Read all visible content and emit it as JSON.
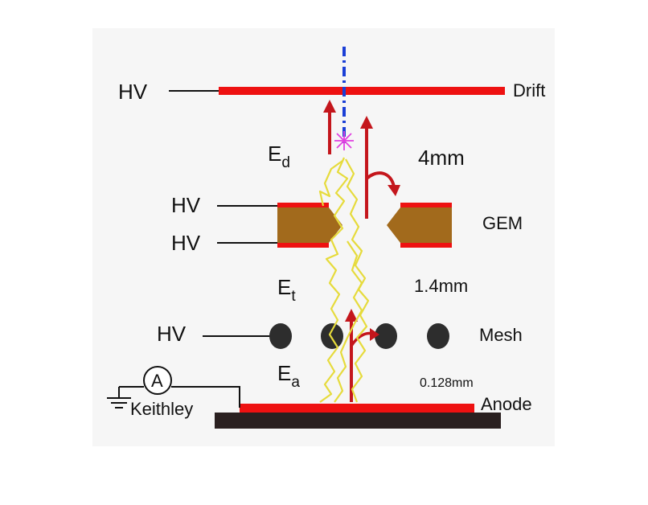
{
  "labels": {
    "hv_drift": "HV",
    "drift": "Drift",
    "ed_main": "E",
    "ed_sub": "d",
    "drift_gap": "4mm",
    "hv_gem_top": "HV",
    "hv_gem_bottom": "HV",
    "gem": "GEM",
    "et_main": "E",
    "et_sub": "t",
    "transfer_gap": "1.4mm",
    "hv_mesh": "HV",
    "mesh": "Mesh",
    "ea_main": "E",
    "ea_sub": "a",
    "amp_gap": "0.128mm",
    "ammeter": "A",
    "keithley": "Keithley",
    "anode": "Anode"
  },
  "colors": {
    "electrode": "#ee1111",
    "gem_body": "#a26a1c",
    "mesh_wire": "#2d2d2d",
    "anode_base": "#2a2020",
    "field_arrow": "#c4161c",
    "track": "#1b3fd6",
    "spark": "#e040e0",
    "avalanche": "#e6db3c",
    "wire": "#111111"
  }
}
